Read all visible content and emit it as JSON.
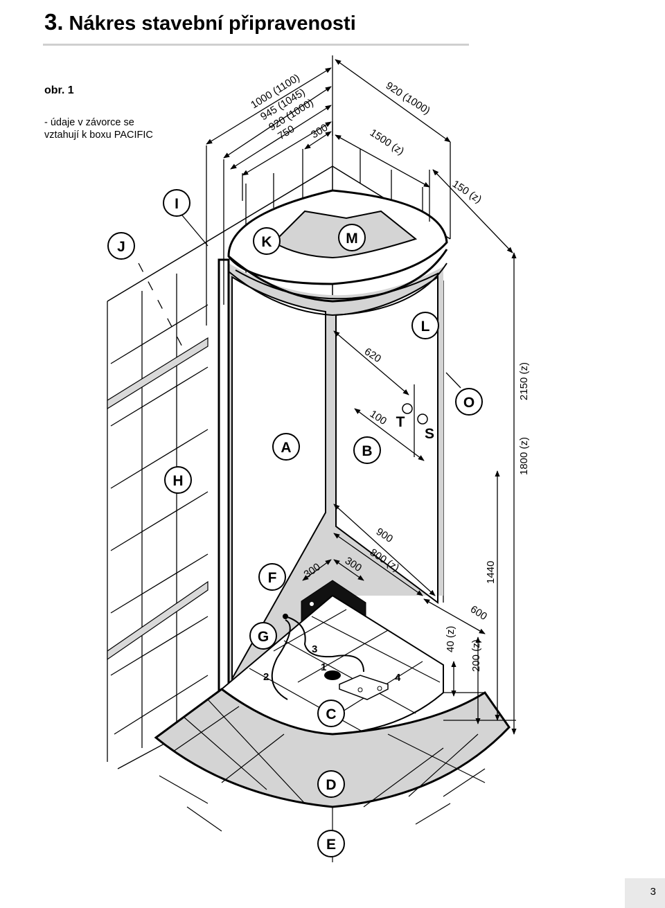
{
  "heading": {
    "number": "3.",
    "title": "Nákres stavební připravenosti"
  },
  "figure": {
    "label": "obr. 1",
    "note_line1": "- údaje v závorce se",
    "note_line2": "vztahují k boxu PACIFIC"
  },
  "dimensions": {
    "d1000": "1000 (1100)",
    "d945": "945 (1045)",
    "d920": "920 (1000)",
    "d750": "750",
    "d300top": "300",
    "d920r": "920 (1000)",
    "d1500": "1500 (z)",
    "d150": "150 (z)",
    "d620": "620",
    "d100": "100",
    "d2150": "2150 (z)",
    "d1800": "1800 (z)",
    "d900": "900",
    "d800": "800 (z)",
    "d300a": "300",
    "d300b": "300",
    "d1440": "1440",
    "d600": "600",
    "d40": "40 (z)",
    "d200": "200 (z)"
  },
  "labels": {
    "A": "A",
    "B": "B",
    "C": "C",
    "D": "D",
    "E": "E",
    "F": "F",
    "G": "G",
    "H": "H",
    "I": "I",
    "J": "J",
    "K": "K",
    "L": "L",
    "M": "M",
    "O": "O",
    "S": "S",
    "T": "T"
  },
  "numbers": {
    "n1": "1",
    "n2": "2",
    "n3": "3",
    "n4": "4"
  },
  "page_number": "3"
}
